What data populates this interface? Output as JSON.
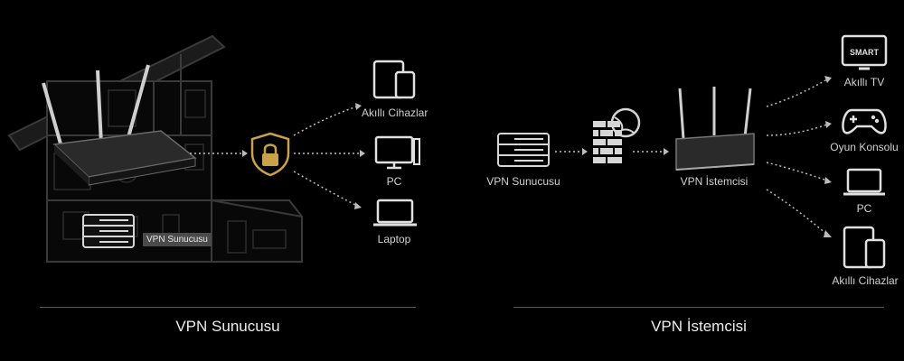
{
  "left": {
    "badge": "VPN Sunucusu",
    "devices": [
      "Akıllı Cihazlar",
      "PC",
      "Laptop"
    ],
    "section_title": "VPN Sunucusu"
  },
  "right": {
    "server_label": "VPN Sunucusu",
    "router_label": "VPN İstemcisi",
    "devices": [
      "Akıllı TV",
      "Oyun Konsolu",
      "PC",
      "Akıllı Cihazlar"
    ],
    "tv_screen_text": "SMART",
    "section_title": "VPN İstemcisi"
  },
  "colors": {
    "background": "#000000",
    "accent_gold": "#c9a24a",
    "line": "#5a5a5a"
  },
  "icons": [
    "house-icon",
    "router-icon",
    "server-icon",
    "shield-lock-icon",
    "tablet-phone-icon",
    "monitor-icon",
    "laptop-icon",
    "firewall-globe-icon",
    "tv-icon",
    "gamepad-icon"
  ]
}
